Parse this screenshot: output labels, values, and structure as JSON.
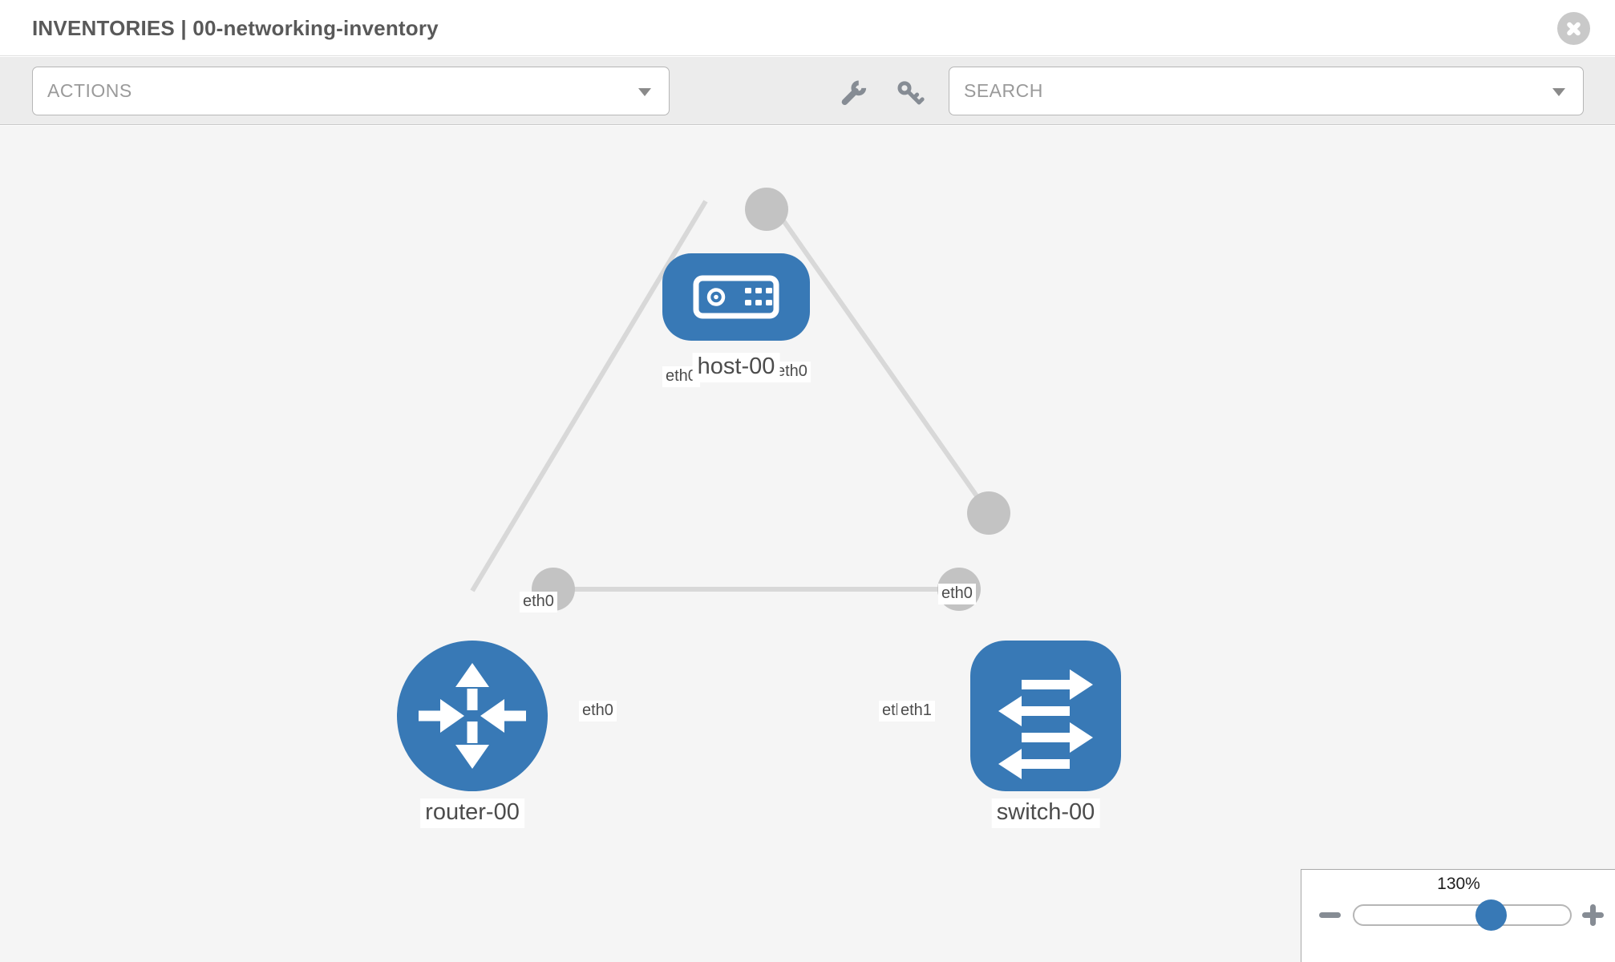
{
  "header": {
    "title": "INVENTORIES | 00-networking-inventory"
  },
  "toolbar": {
    "actions_dropdown": {
      "label": "ACTIONS"
    },
    "search_dropdown": {
      "label": "SEARCH"
    },
    "tools": [
      {
        "icon": "wrench"
      },
      {
        "icon": "key"
      }
    ]
  },
  "topology": {
    "nodes": [
      {
        "name": "host-00",
        "type": "host"
      },
      {
        "name": "router-00",
        "type": "router"
      },
      {
        "name": "switch-00",
        "type": "switch"
      }
    ],
    "links": [
      {
        "source": "host-00",
        "target": "router-00",
        "source_interface": "eth0",
        "target_interface": "eth0"
      },
      {
        "source": "host-00",
        "target": "switch-00",
        "source_interface": "eth0",
        "target_interface": "eth0"
      },
      {
        "source": "router-00",
        "target": "switch-00",
        "source_interface": "eth0",
        "target_interfaces": [
          "eth0",
          "eth1"
        ]
      }
    ]
  },
  "zoom_control": {
    "level": "130%"
  },
  "colors": {
    "node_blue": "#3879b6",
    "link_gray": "#d8d8d8",
    "connector_gray": "#c3c3c3",
    "canvas_bg": "#f5f5f5",
    "toolbar_bg": "#ececec",
    "icon_gray": "#868c94",
    "close_gray": "#c9c9c9",
    "label_color": "#4c4c4c",
    "title_color": "#595959"
  }
}
